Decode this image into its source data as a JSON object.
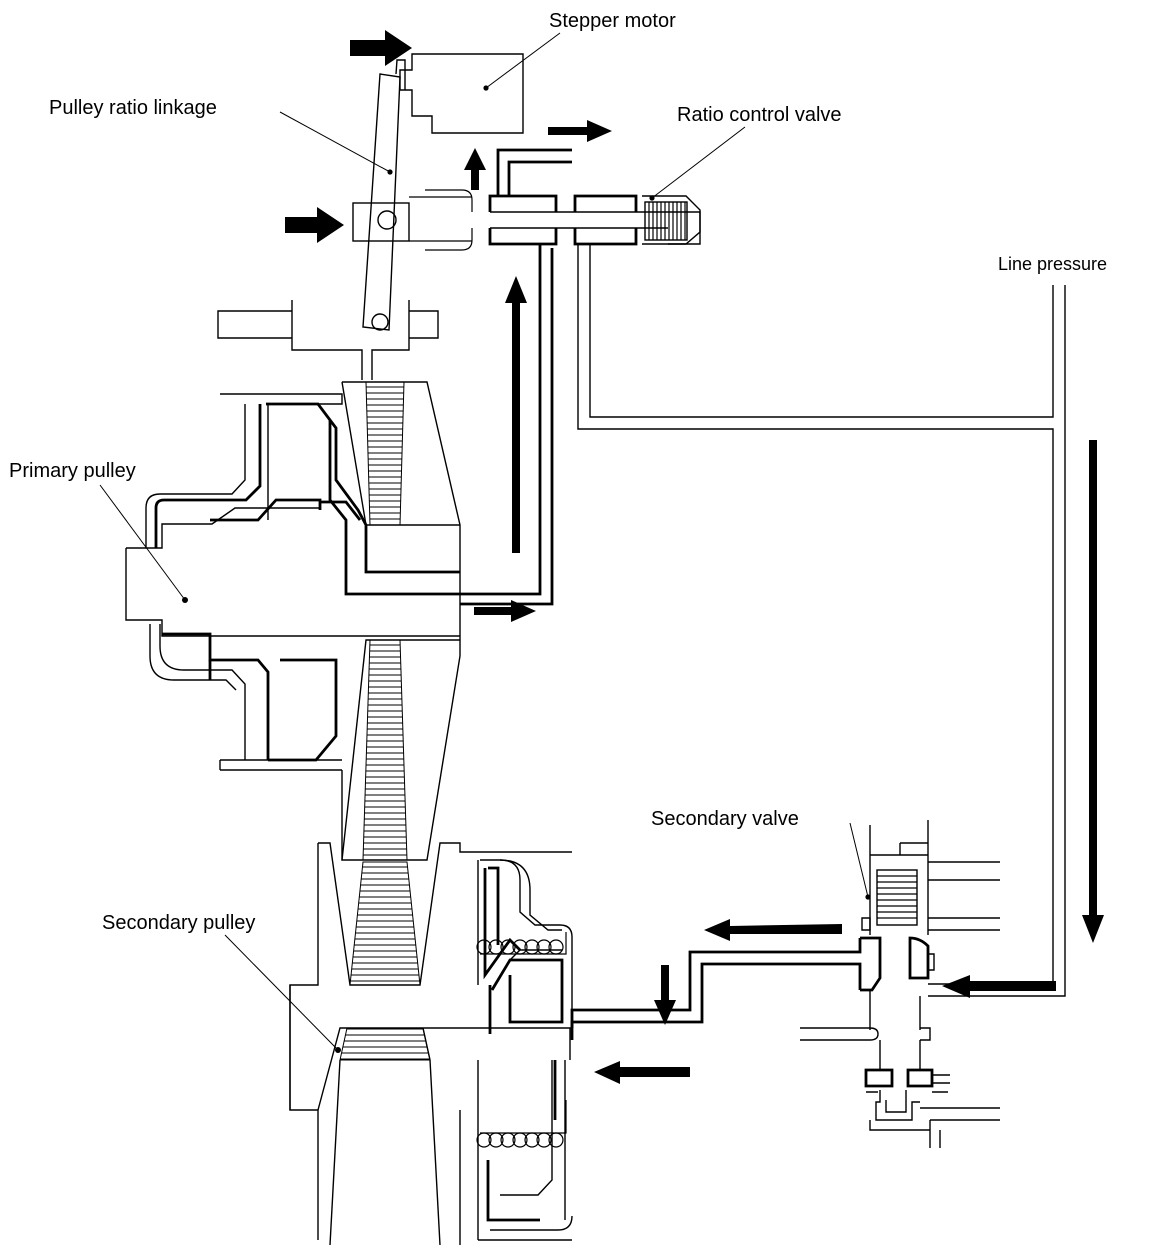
{
  "labels": {
    "stepper_motor": "Stepper motor",
    "pulley_ratio_linkage": "Pulley ratio linkage",
    "ratio_control_valve": "Ratio control valve",
    "line_pressure": "Line pressure",
    "primary_pulley": "Primary pulley",
    "secondary_valve": "Secondary valve",
    "secondary_pulley": "Secondary pulley"
  }
}
